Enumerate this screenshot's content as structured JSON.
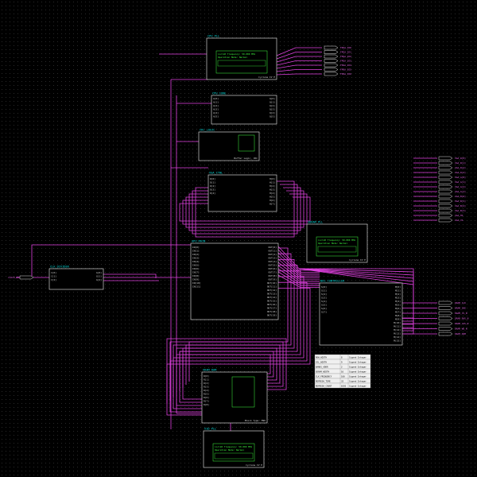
{
  "blocks": {
    "cpu_pll": {
      "title": "CPU_PLL",
      "info": [
        "inclk0 frequency: 50.000 MHz",
        "Operation Mode: Normal"
      ],
      "footer": "Cyclone IV E"
    },
    "cpu_core": {
      "title": "CPU_CORE"
    },
    "crc_logic": {
      "title": "CRC_LOGIC",
      "footer": "Buffer Logic, CRC"
    },
    "vga_ctrl": {
      "title": "VGA_CTRL"
    },
    "sdram_pll": {
      "title": "SDRAM_PLL",
      "info": [
        "inclk0 frequency: 50.000 MHz",
        "Operation Mode: Normal"
      ],
      "footer": "Cyclone IV E"
    },
    "gpu_main": {
      "title": "GPU_MAIN"
    },
    "clk_gen": {
      "title": "CLK_DIVIDER"
    },
    "bus_ctrl": {
      "title": "BUS_CONTROLLER"
    },
    "mem_ram": {
      "title": "VRAM_RAM",
      "footer": "Block Type: M9K"
    },
    "vid_pll": {
      "title": "VID_PLL",
      "info": [
        "inclk0 frequency: 50.000 MHz",
        "Operation Mode: Normal"
      ],
      "footer": "Cyclone IV E"
    }
  },
  "params": [
    [
      "ROW_WIDTH",
      "8",
      "Signed Integer"
    ],
    [
      "COL_WIDTH",
      "9",
      "Signed Integer"
    ],
    [
      "BANKS_ADDR",
      "2",
      "Signed Integer"
    ],
    [
      "SDRAM_WIDTH",
      "16",
      "Signed Integer"
    ],
    [
      "CLK_FREQUENCY",
      "100",
      "Signed Integer"
    ],
    [
      "REFRESH_TIME",
      "32",
      "Signed Integer"
    ],
    [
      "REFRESH_COUNT",
      "8192",
      "Signed Integer"
    ]
  ],
  "outputs_top": [
    "FPGA_IO0",
    "FPGA_IO1",
    "FPGA_IO2",
    "FPGA_IO3",
    "FPGA_IO4",
    "FPGA_IO5",
    "FPGA_IO6"
  ],
  "outputs_right": [
    "VGA_R[0]",
    "VGA_R[1]",
    "VGA_R[2]",
    "VGA_R[3]",
    "VGA_G[0]",
    "VGA_G[1]",
    "VGA_G[2]",
    "VGA_G[3]",
    "VGA_B[0]",
    "VGA_B[1]",
    "VGA_B[2]",
    "VGA_B[3]",
    "VGA_HS",
    "VGA_VS"
  ],
  "outputs_mid": [
    "DRAM_CLK",
    "DRAM_CKE",
    "DRAM_CS_N",
    "DRAM_RAS_N",
    "DRAM_CAS_N",
    "DRAM_WE_N",
    "DRAM_DQM"
  ],
  "inputs_left": [
    "CLOCK_50"
  ],
  "colors": {
    "background": "#000000",
    "block": "#cccccc",
    "wire": "#e040e0",
    "text": "#00d8d8",
    "inner": "#40ff40"
  }
}
